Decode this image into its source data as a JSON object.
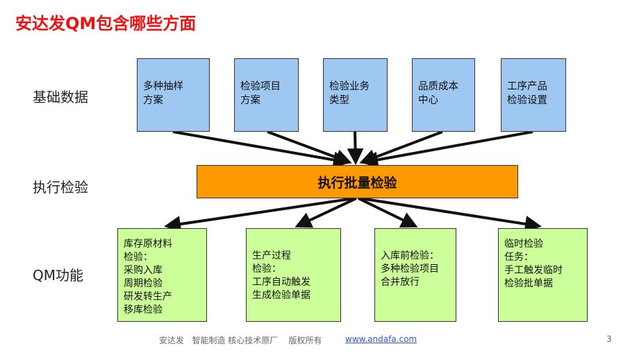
{
  "title": "安达发QM包含哪些方面",
  "row_labels": {
    "basic_data": "基础数据",
    "execute": "执行检验",
    "qm_function": "QM功能"
  },
  "basic_boxes": [
    {
      "line1": "多种抽样",
      "line2": "方案"
    },
    {
      "line1": "检验项目",
      "line2": "方案"
    },
    {
      "line1": "检验业务",
      "line2": "类型"
    },
    {
      "line1": "品质成本",
      "line2": "中心"
    },
    {
      "line1": "工序产品",
      "line2": "检验设置"
    }
  ],
  "center_box": "执行批量检验",
  "function_boxes": [
    {
      "lines": [
        "库存原材料",
        "检验：",
        "采购入库",
        "周期检验",
        "研发转生产",
        "移库检验"
      ]
    },
    {
      "lines": [
        "生产过程",
        "检验：",
        "工序自动触发",
        "生成检验单据"
      ]
    },
    {
      "lines": [
        "入库前检验：",
        "多种检验项目",
        "合并放行"
      ]
    },
    {
      "lines": [
        "临时检验",
        "任务：",
        "手工触发临时",
        "检验批单据"
      ]
    }
  ],
  "footer": {
    "text": "安达发   智能制造 核心技术原厂    版权所有",
    "link": "www.andafa.com",
    "page": "3"
  },
  "colors": {
    "title": "#ee1111",
    "basic_fill": "#9ec8f2",
    "center_fill": "#ff9900",
    "function_fill": "#ccff99"
  }
}
